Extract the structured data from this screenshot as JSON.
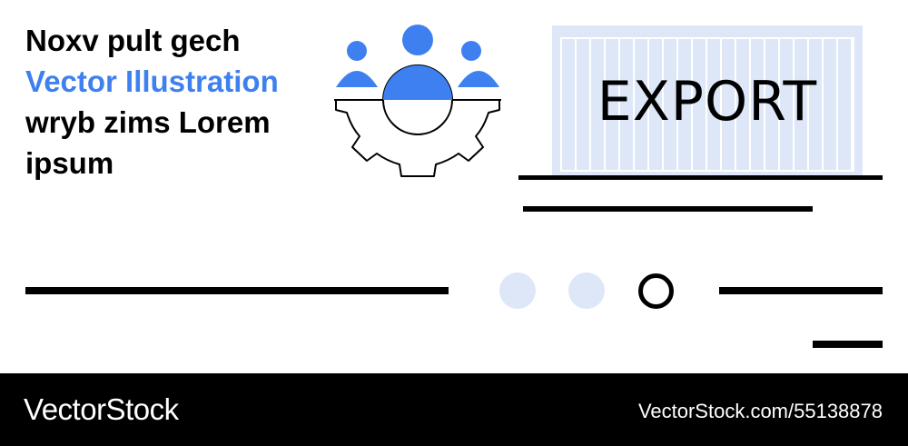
{
  "headline": {
    "line1": "Noxv pult gech",
    "line2": "Vector Illustration",
    "line3": "wryb zims Lorem",
    "line4": "ipsum"
  },
  "illustration": {
    "icon": "team-gear-icon",
    "sign_label": "EXPORT",
    "sign_icon": "striped-panel-icon"
  },
  "footer": {
    "brand": "VectorStock",
    "stock_id": "VectorStock.com/55138878"
  },
  "colors": {
    "accent": "#3f80f0",
    "soft_blue": "#dde7f8",
    "ink": "#000000"
  }
}
